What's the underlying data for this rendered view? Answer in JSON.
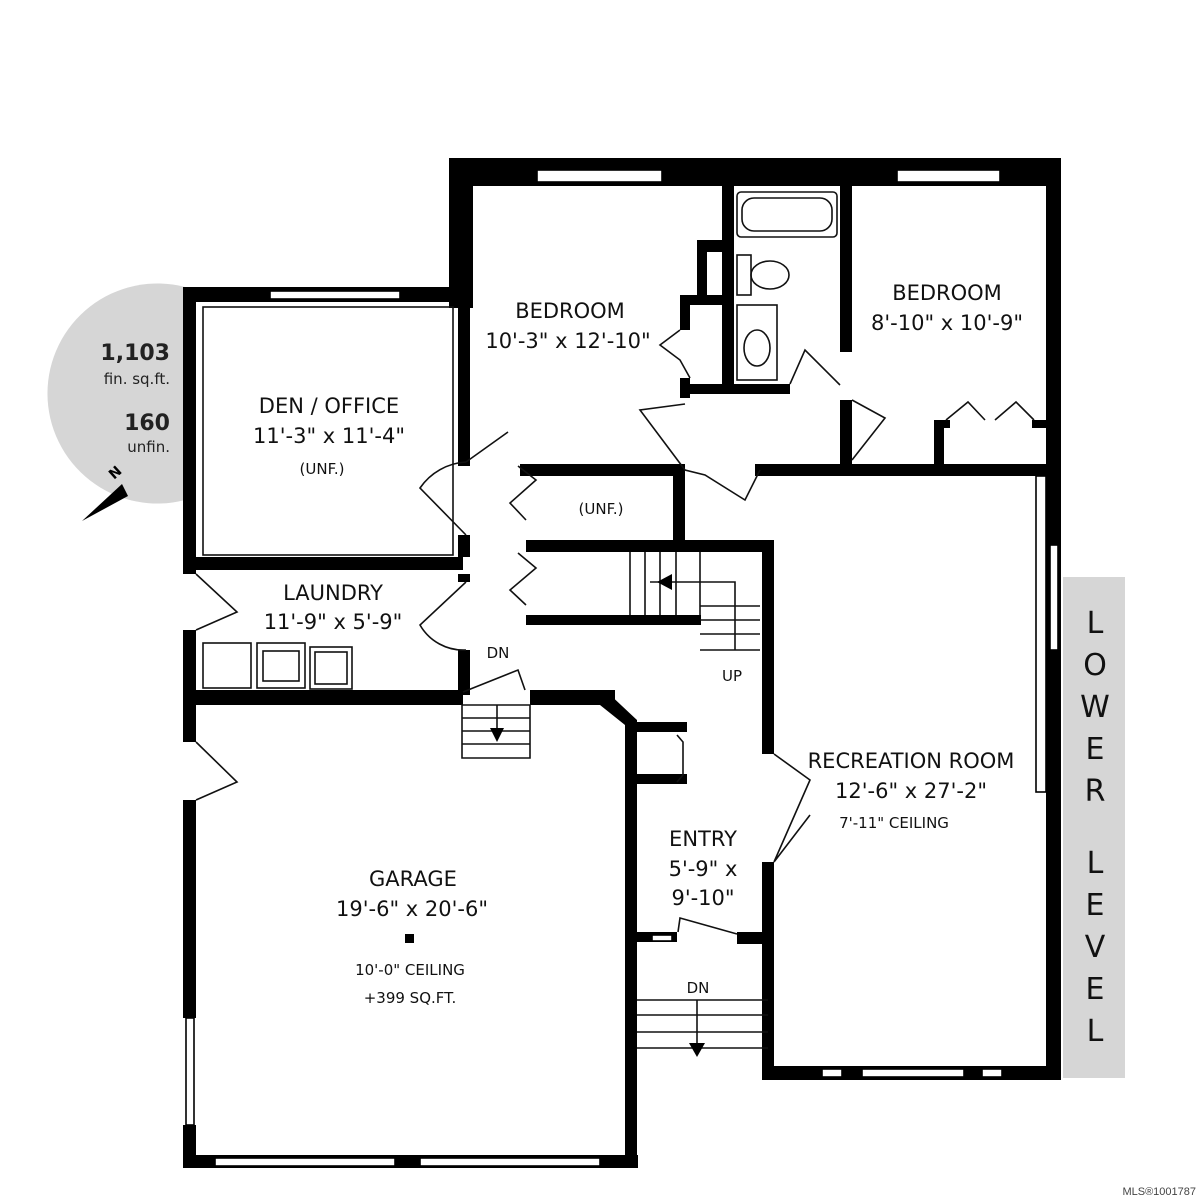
{
  "area_badge": {
    "finished_value": "1,103",
    "finished_label": "fin. sq.ft.",
    "unfinished_value": "160",
    "unfinished_label": "unfin.",
    "north_label": "N"
  },
  "level_label": [
    "L",
    "O",
    "W",
    "E",
    "R",
    "L",
    "E",
    "V",
    "E",
    "L"
  ],
  "rooms": {
    "bedroom1": {
      "name": "BEDROOM",
      "dims": "10'-3\" x 12'-10\""
    },
    "bedroom2": {
      "name": "BEDROOM",
      "dims": "8'-10\" x 10'-9\""
    },
    "den": {
      "name": "DEN / OFFICE",
      "dims": "11'-3\" x 11'-4\"",
      "note": "(UNF.)"
    },
    "storage": {
      "note": "(UNF.)"
    },
    "laundry": {
      "name": "LAUNDRY",
      "dims": "11'-9\" x 5'-9\""
    },
    "recreation": {
      "name": "RECREATION ROOM",
      "dims": "12'-6\" x 27'-2\"",
      "ceiling": "7'-11\" CEILING"
    },
    "entry": {
      "name": "ENTRY",
      "dims_line1": "5'-9\" x",
      "dims_line2": "9'-10\""
    },
    "garage": {
      "name": "GARAGE",
      "dims": "19'-6\" x 20'-6\"",
      "ceiling": "10'-0\" CEILING",
      "extra": "+399 SQ.FT."
    }
  },
  "stairs": {
    "dn_upper": "DN",
    "up": "UP",
    "dn_entry": "DN"
  },
  "watermark": "MLS®1001787"
}
